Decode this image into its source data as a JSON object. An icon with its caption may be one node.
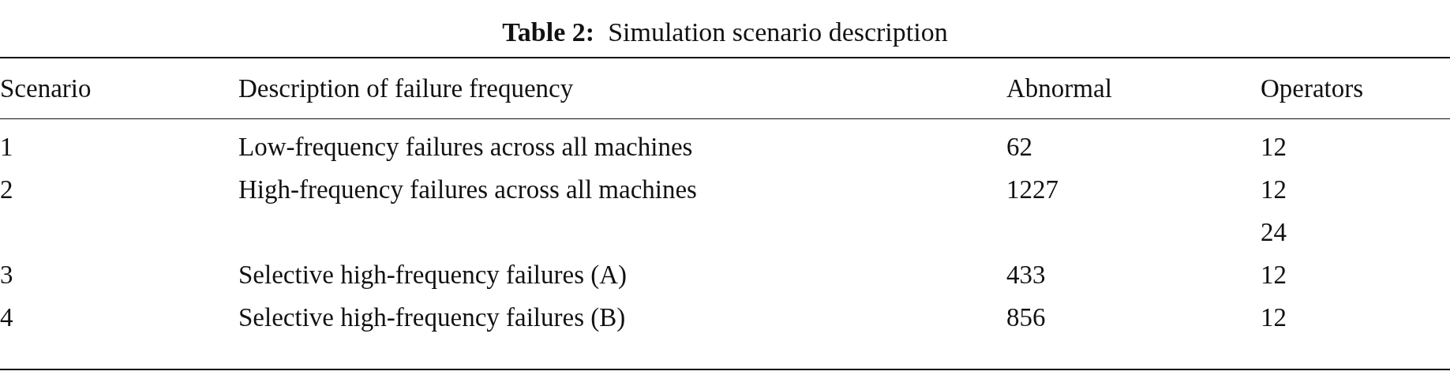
{
  "diagram": {
    "title": "**Table 2:**  Simulation scenario description",
    "labels": [
      "Scenario",
      "Description of failure frequency",
      "Abnormal",
      "Operators",
      "1",
      "Low-frequency failures across all machines",
      "62",
      "12",
      "2",
      "High-frequency failures across all machines",
      "1227",
      "12",
      "24",
      "3",
      "Selective high-frequency failures (A)",
      "433",
      "12",
      "4",
      "Selective high-frequency failures (B)",
      "856",
      "12"
    ]
  }
}
